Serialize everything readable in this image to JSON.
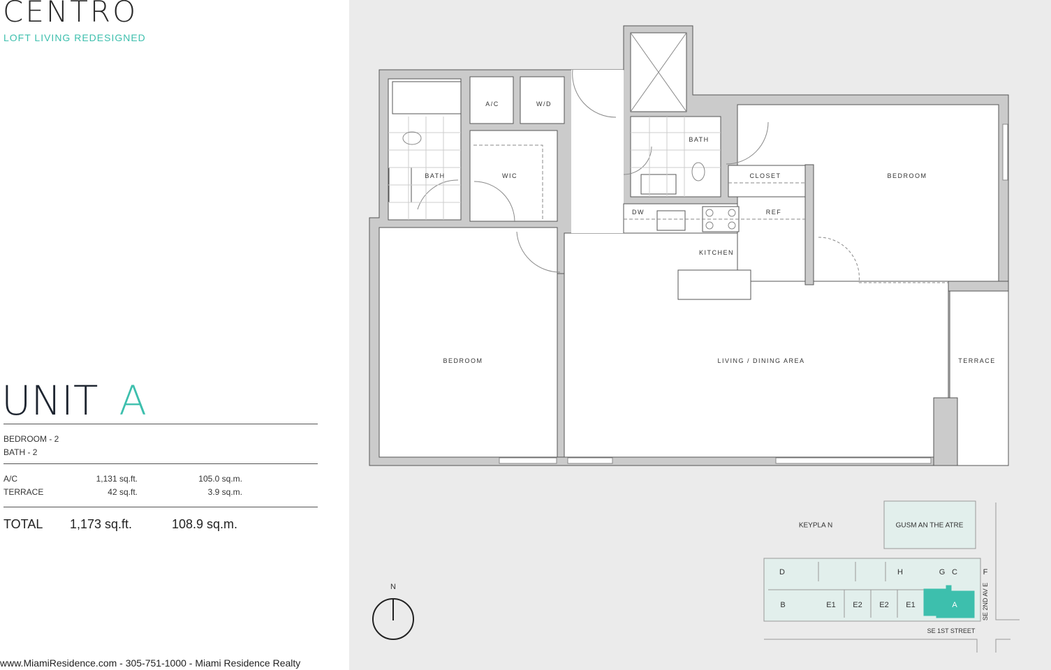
{
  "brand": {
    "name": "CENTRO",
    "tagline": "LOFT LIVING  REDESIGNED"
  },
  "unit": {
    "prefix": "UNIT",
    "letter": "A"
  },
  "rooms": {
    "bedroom": "BEDROOM - 2",
    "bath": "BATH - 2"
  },
  "areas": [
    {
      "label": "A/C",
      "sqft": "1,131  sq.ft.",
      "sqm": "105.0  sq.m."
    },
    {
      "label": "TERRACE",
      "sqft": "42 sq.ft.",
      "sqm": "3.9  sq.m."
    }
  ],
  "total": {
    "label": "TOTAL",
    "sqft": "1,173 sq.ft.",
    "sqm": "108.9 sq.m."
  },
  "footer": "www.MiamiResidence.com  -  305-751-1000  -  Miami Residence Realty",
  "plan": {
    "ac": "A/C",
    "wd": "W/D",
    "bath": "BATH",
    "wic": "WIC",
    "closet": "CLOSET",
    "bedroom": "BEDROOM",
    "dw": "DW",
    "ref": "REF",
    "kitchen": "KITCHEN",
    "living": "LIVING /  DINING  AREA",
    "terrace": "TERRACE"
  },
  "compass": "N",
  "keyplan": {
    "title": "KEYPLA N",
    "theatre": "GUSM AN THE ATRE",
    "units": [
      "D",
      "H",
      "G",
      "C",
      "F",
      "B",
      "E1",
      "E2",
      "E2",
      "E1",
      "A"
    ],
    "street_side": "SE 2ND AV E",
    "street_bottom": "SE 1ST  STREET",
    "highlight": "#3dbfad"
  }
}
